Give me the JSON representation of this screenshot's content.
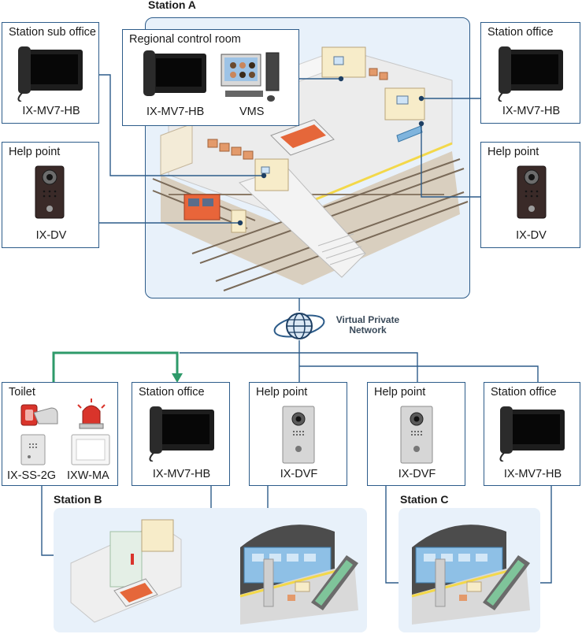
{
  "stations": {
    "a": {
      "label": "Station A"
    },
    "b": {
      "label": "Station B"
    },
    "c": {
      "label": "Station C"
    }
  },
  "network": {
    "line1": "Virtual Private",
    "line2": "Network"
  },
  "boxes": {
    "a_sub_office": {
      "title": "Station sub office",
      "device": "IX-MV7-HB"
    },
    "a_help_left": {
      "title": "Help point",
      "device": "IX-DV"
    },
    "a_regional": {
      "title": "Regional control room",
      "device1": "IX-MV7-HB",
      "device2": "VMS"
    },
    "a_office": {
      "title": "Station office",
      "device": "IX-MV7-HB"
    },
    "a_help_right": {
      "title": "Help point",
      "device": "IX-DV"
    },
    "b_toilet": {
      "title": "Toilet",
      "device1": "IX-SS-2G",
      "device2": "IXW-MA"
    },
    "b_office": {
      "title": "Station office",
      "device": "IX-MV7-HB"
    },
    "b_help": {
      "title": "Help point",
      "device": "IX-DVF"
    },
    "c_help": {
      "title": "Help point",
      "device": "IX-DVF"
    },
    "c_office": {
      "title": "Station office",
      "device": "IX-MV7-HB"
    }
  },
  "colors": {
    "frame": "#2d5c8a",
    "wire": "#2d5c8a",
    "alarm_wire": "#2e9a6a",
    "station_bg": "#e8f1fa",
    "accent_red": "#d9342b"
  }
}
